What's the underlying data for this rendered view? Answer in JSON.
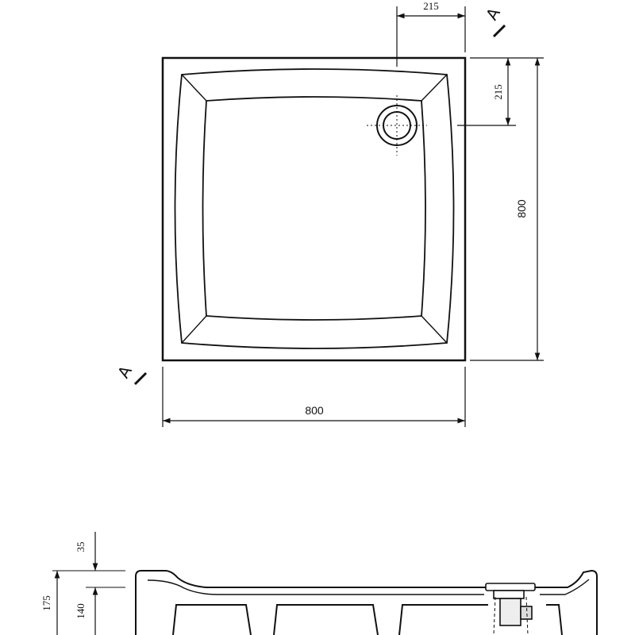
{
  "plan_view": {
    "width_dim": "800",
    "height_dim": "800",
    "drain_offset_x": "215",
    "drain_offset_y": "215",
    "section_mark_top": "A",
    "section_mark_bottom": "A"
  },
  "section_view": {
    "rim_depth": "35",
    "total_height": "175",
    "base_height": "140"
  }
}
